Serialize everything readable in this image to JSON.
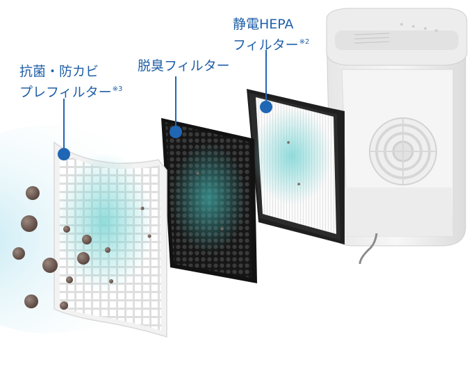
{
  "labels": {
    "prefilter": {
      "line1": "抗菌・防カビ",
      "line2": "プレフィルター",
      "note": "※3"
    },
    "deodor": {
      "line1": "脱臭フィルター"
    },
    "hepa": {
      "line1": "静電HEPA",
      "line2": "フィルター",
      "note": "※2"
    }
  },
  "colors": {
    "label_text": "#1f5fa8",
    "callout_dot": "#1f66b4",
    "airflow_tint": "#8fd8d8",
    "deodor_panel": "#1b1b1b",
    "hepa_frame": "#222222",
    "prefilter_panel": "#f4f4f4",
    "purifier_body": "#f2f2f2",
    "dust_particle": "#6e5a52"
  },
  "icons": [
    "callout-dot-icon",
    "dust-particle-icon",
    "fan-grille-icon"
  ]
}
